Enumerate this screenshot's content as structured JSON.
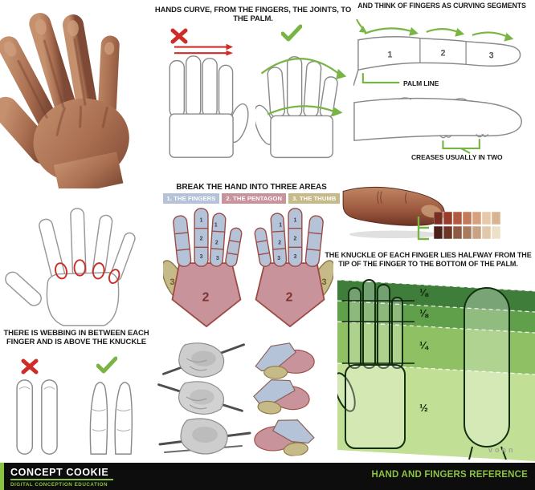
{
  "colors": {
    "accent_green": "#8bc53f",
    "mark_green": "#79b544",
    "mark_red": "#cf2b27",
    "area_fingers_blue": "#b5c3d8",
    "area_pentagon_pink": "#c9939b",
    "area_thumb_tan": "#c7ba89",
    "footer_bg": "#0d0d0d"
  },
  "top": {
    "curve_title": "HANDS CURVE, FROM THE FINGERS, THE JOINTS, TO THE PALM.",
    "segments_title": "AND THINK OF FINGERS AS CURVING SEGMENTS",
    "segment_numbers": [
      "1",
      "2",
      "3"
    ],
    "palm_line_label": "PALM LINE",
    "creases_label": "CREASES USUALLY IN TWO"
  },
  "areas": {
    "title": "BREAK THE HAND INTO THREE AREAS",
    "legend": [
      {
        "label": "1. THE FINGERS",
        "color": "#b5c3d8"
      },
      {
        "label": "2. THE PENTAGON",
        "color": "#c9939b"
      },
      {
        "label": "3. THE THUMB",
        "color": "#c7ba89"
      }
    ],
    "finger_segment_numbers": [
      "1",
      "2",
      "3"
    ],
    "palm_number": "2",
    "thumb_number": "3"
  },
  "webbing": {
    "text": "THERE IS WEBBING IN BETWEEN EACH FINGER AND IS ABOVE THE KNUCKLE"
  },
  "knuckle": {
    "title": "THE KNUCKLE OF EACH FINGER LIES HALFWAY FROM THE TIP OF THE FINGER TO THE BOTTOM OF THE PALM.",
    "fractions": [
      "⅛",
      "⅛",
      "¼",
      "½"
    ]
  },
  "palette": {
    "row1": [
      "#7a2e22",
      "#993c2a",
      "#b05a3f",
      "#c4795a",
      "#d9a07d",
      "#e6c9a8",
      "#d9b491"
    ],
    "row2": [
      "#4a2018",
      "#6e3526",
      "#8e5a43",
      "#a87a5e",
      "#c9a183",
      "#e0c9ab",
      "#ede0c8"
    ]
  },
  "signature": "vonn",
  "footer": {
    "brand": "CONCEPT COOKIE",
    "tagline": "DIGITAL CONCEPTION EDUCATION",
    "title": "HAND AND FINGERS REFERENCE"
  }
}
